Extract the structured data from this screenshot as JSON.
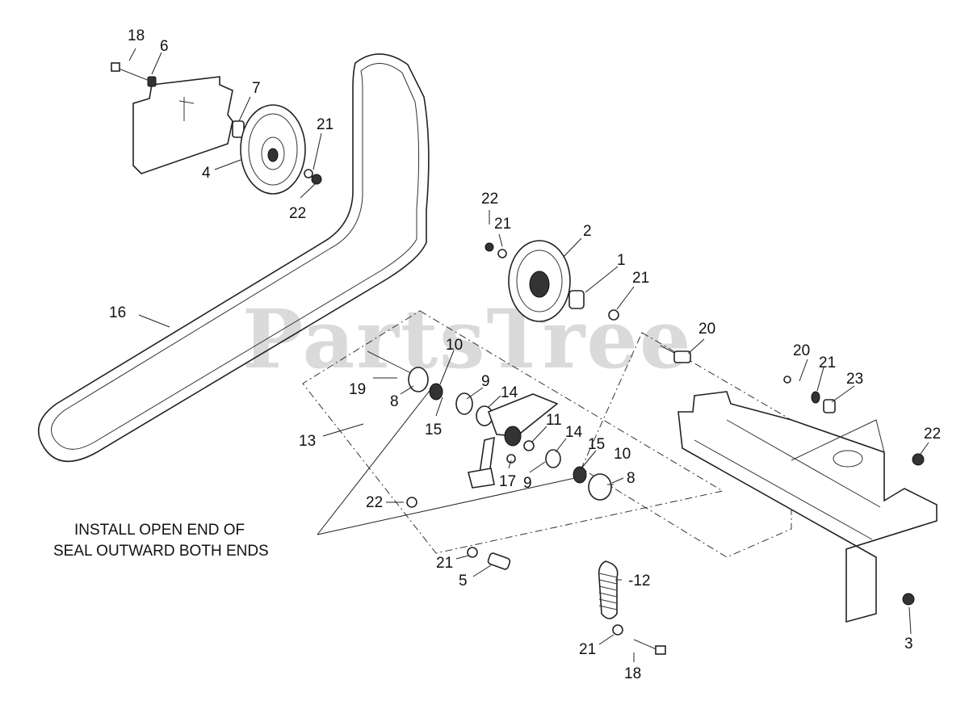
{
  "watermark": "PartsTree",
  "note": {
    "line1": "INSTALL OPEN END OF",
    "line2": "SEAL OUTWARD BOTH ENDS"
  },
  "callouts": {
    "c18a": "18",
    "c6": "6",
    "c7": "7",
    "c21a": "21",
    "c4": "4",
    "c22a": "22",
    "c16": "16",
    "c22b": "22",
    "c21b": "21",
    "c2": "2",
    "c1": "1",
    "c21c": "21",
    "c20a": "20",
    "c19": "19",
    "c10a": "10",
    "c9a": "9",
    "c14a": "14",
    "c8a": "8",
    "c15a": "15",
    "c13": "13",
    "c11": "11",
    "c14b": "14",
    "c15b": "15",
    "c10b": "10",
    "c17": "17",
    "c9b": "9",
    "c8b": "8",
    "c22c": "22",
    "c20b": "20",
    "c21d": "21",
    "c23": "23",
    "c22d": "22",
    "c21e": "21",
    "c5": "5",
    "c12": "-12",
    "c21f": "21",
    "c18b": "18",
    "c3": "3"
  }
}
